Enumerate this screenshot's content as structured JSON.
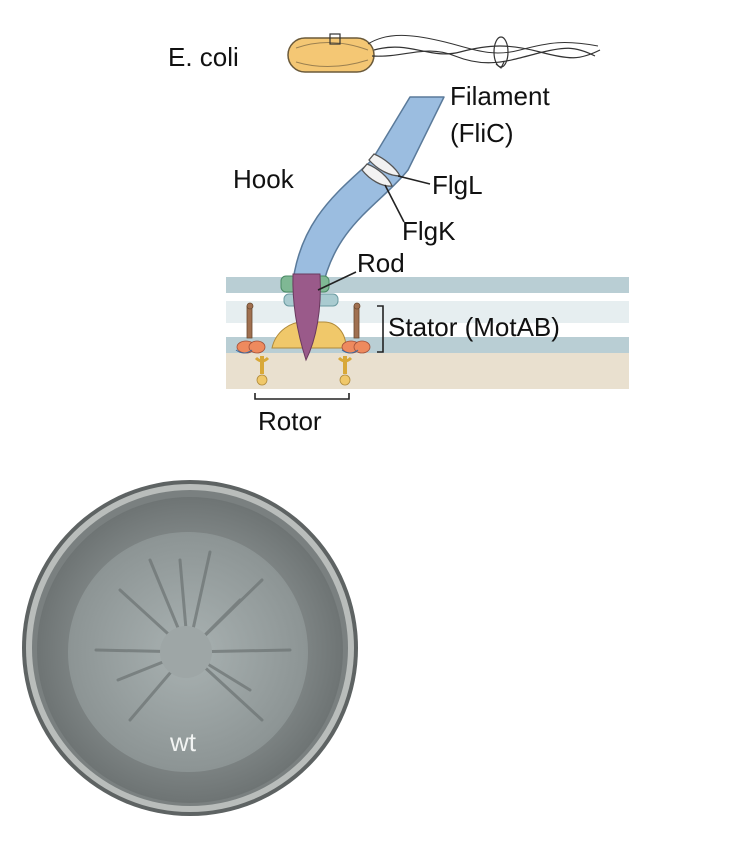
{
  "diagram": {
    "organism_label": "E. coli",
    "labels": {
      "filament": "Filament",
      "filament_protein": "(FliC)",
      "hook": "Hook",
      "flgl": "FlgL",
      "flgk": "FlgK",
      "rod": "Rod",
      "stator": "Stator (MotAB)",
      "rotor": "Rotor"
    },
    "colors": {
      "cell_body": "#f4c774",
      "filament_hook": "#9bbde0",
      "rod": "#9a5a8a",
      "l_ring": "#7fb894",
      "p_ring": "#a9cbd0",
      "ms_ring": "#f0c86a",
      "stator": "#ee8a5e",
      "membrane": "#b9ced4",
      "periplasm": "#e6eef0",
      "cytoplasm": "#e9e0cf"
    }
  },
  "plate": {
    "label": "wt"
  }
}
